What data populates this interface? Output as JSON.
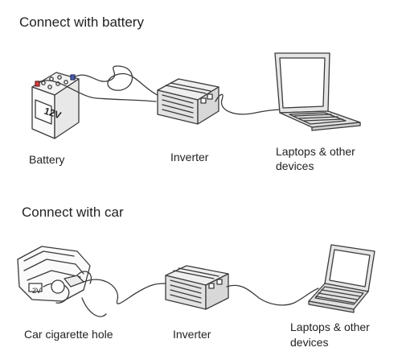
{
  "section_battery": {
    "heading": "Connect with battery",
    "battery_voltage": "12V",
    "labels": {
      "battery": "Battery",
      "inverter": "Inverter",
      "devices_line1": "Laptops & other",
      "devices_line2": "devices"
    }
  },
  "section_car": {
    "heading": "Connect with car",
    "dash_voltage": "2V",
    "labels": {
      "source": "Car cigarette hole",
      "inverter": "Inverter",
      "devices_line1": "Laptops & other",
      "devices_line2": "devices"
    }
  },
  "colors": {
    "line": "#3a3a3a",
    "device_fill": "#e6e6e6",
    "screen": "#ffffff",
    "battery_terminal_red": "#d94040",
    "battery_terminal_blue": "#4a5fb0"
  },
  "icons": [
    "battery-icon",
    "inverter-icon",
    "laptop-icon",
    "car-dashboard-icon",
    "cable-icon"
  ]
}
